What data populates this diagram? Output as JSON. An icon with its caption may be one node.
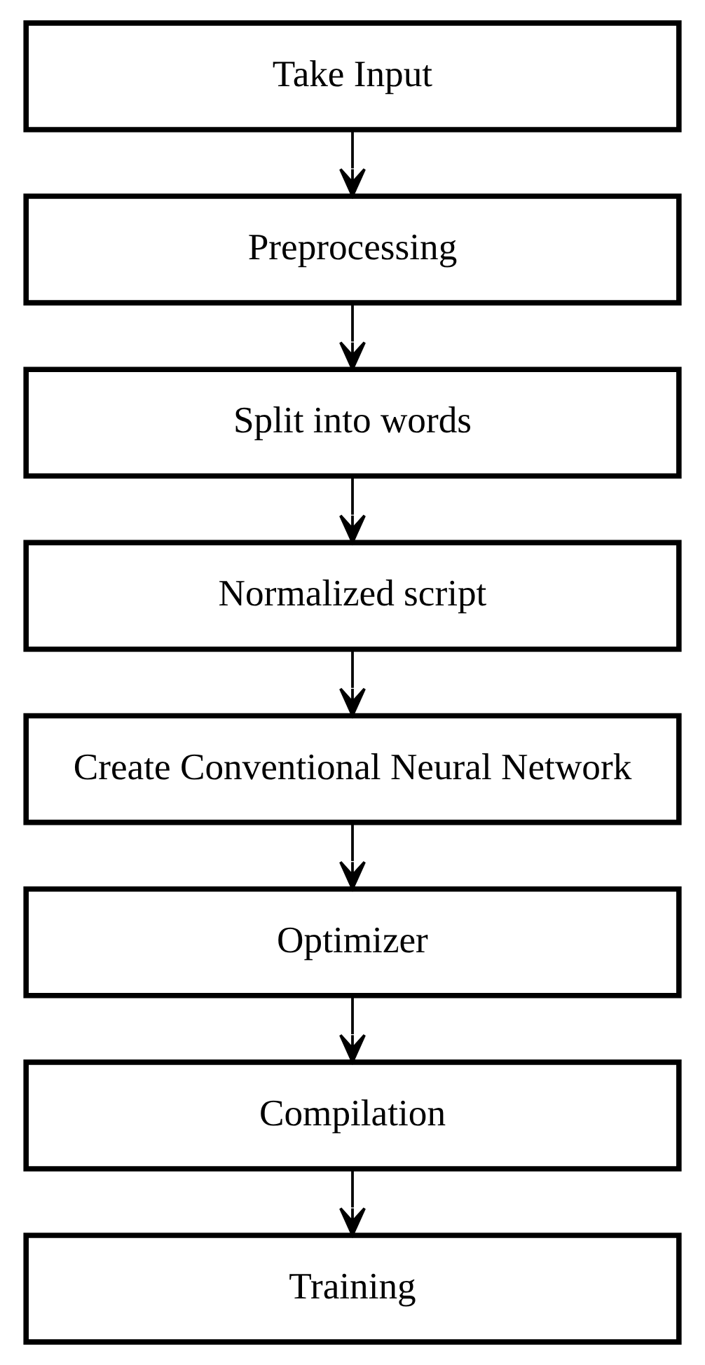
{
  "diagram": {
    "nodes": [
      {
        "text": [
          "Take Input"
        ]
      },
      {
        "text": [
          "Preprocessing"
        ]
      },
      {
        "text": [
          "Split into words"
        ]
      },
      {
        "text": [
          "Normalized script"
        ]
      },
      {
        "text": [
          "Create Conventional Neural Network"
        ]
      },
      {
        "text": [
          "Optimizer"
        ]
      },
      {
        "text": [
          "Compilation"
        ]
      },
      {
        "text": [
          "Training"
        ]
      }
    ],
    "edges": [
      {
        "from": 0,
        "to": 1,
        "arrow": "to"
      },
      {
        "from": 1,
        "to": 2,
        "arrow": "to"
      },
      {
        "from": 2,
        "to": 3,
        "arrow": "to"
      },
      {
        "from": 3,
        "to": 4,
        "arrow": "to"
      },
      {
        "from": 4,
        "to": 5,
        "arrow": "to"
      },
      {
        "from": 5,
        "to": 6,
        "arrow": "to"
      },
      {
        "from": 6,
        "to": 7,
        "arrow": "to"
      }
    ]
  }
}
